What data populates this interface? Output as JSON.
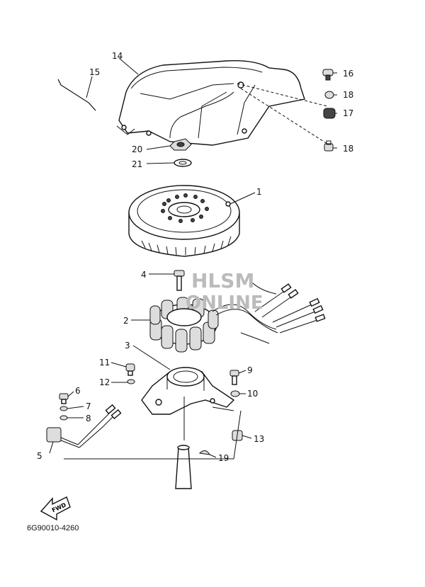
{
  "callouts": {
    "c1": "1",
    "c2": "2",
    "c3": "3",
    "c4": "4",
    "c5": "5",
    "c6": "6",
    "c7": "7",
    "c8": "8",
    "c9": "9",
    "c10": "10",
    "c11": "11",
    "c12": "12",
    "c13": "13",
    "c14": "14",
    "c15": "15",
    "c16": "16",
    "c17": "17",
    "c18a": "18",
    "c18b": "18",
    "c19": "19",
    "c20": "20",
    "c21": "21"
  },
  "watermark": {
    "line1": "HLSM",
    "line2": "ONLINE"
  },
  "fwd_label": "FWD",
  "diagram_code": "6G90010-4260"
}
